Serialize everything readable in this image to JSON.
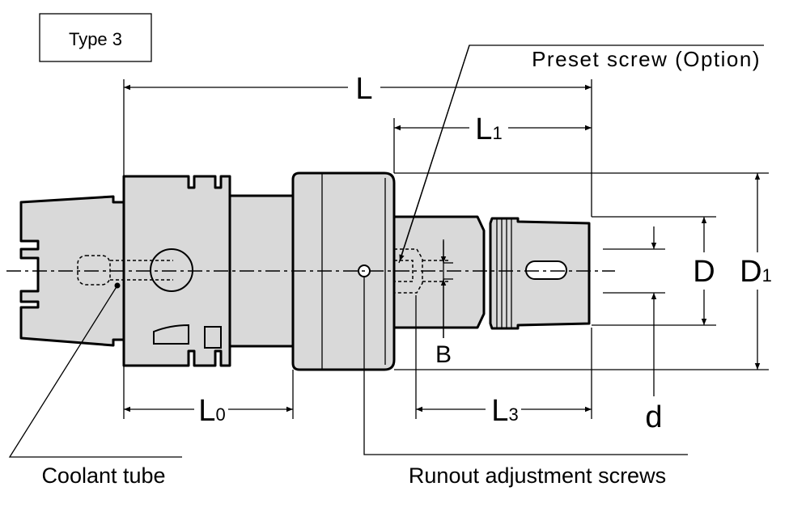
{
  "type_label": "Type 3",
  "callouts": {
    "preset_screw": "Preset screw (Option)",
    "coolant_tube": "Coolant tube",
    "runout_screws": "Runout adjustment screws"
  },
  "dimensions": {
    "L": {
      "main": "L",
      "sub": ""
    },
    "L1": {
      "main": "L",
      "sub": "1"
    },
    "L0": {
      "main": "L",
      "sub": "0"
    },
    "L3": {
      "main": "L",
      "sub": "3"
    },
    "D": {
      "main": "D",
      "sub": ""
    },
    "D1": {
      "main": "D",
      "sub": "1"
    },
    "d": {
      "main": "d",
      "sub": ""
    },
    "B": {
      "main": "B",
      "sub": ""
    }
  },
  "colors": {
    "body_fill": "#d9d9d9",
    "outline": "#000000",
    "background": "#ffffff"
  }
}
